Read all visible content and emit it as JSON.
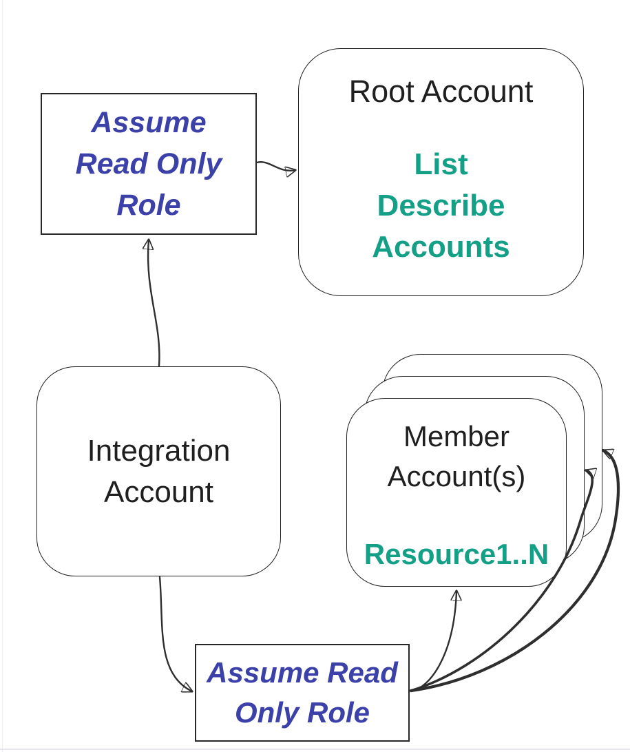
{
  "diagram": {
    "colors": {
      "ink": "#1f1f1f",
      "accent_blue": "#3b41a9",
      "accent_teal": "#14a086",
      "arrow": "#2e2e2e"
    },
    "nodes": {
      "assume_role_top": {
        "lines": [
          "Assume",
          "Read Only",
          "Role"
        ]
      },
      "root_account": {
        "title": "Root Account",
        "actions": [
          "List",
          "Describe",
          "Accounts"
        ]
      },
      "integration_account": {
        "lines": [
          "Integration",
          "Account"
        ]
      },
      "member_accounts": {
        "lines": [
          "Member",
          "Account(s)"
        ],
        "resource": "Resource1..N"
      },
      "assume_role_bottom": {
        "lines": [
          "Assume Read",
          "Only Role"
        ]
      }
    },
    "edges": [
      "assume_role_top -> root_account",
      "integration_account -> assume_role_top",
      "integration_account -> assume_role_bottom",
      "assume_role_bottom -> member_accounts (front)",
      "assume_role_bottom -> member_accounts (middle)",
      "assume_role_bottom -> member_accounts (back)"
    ]
  }
}
